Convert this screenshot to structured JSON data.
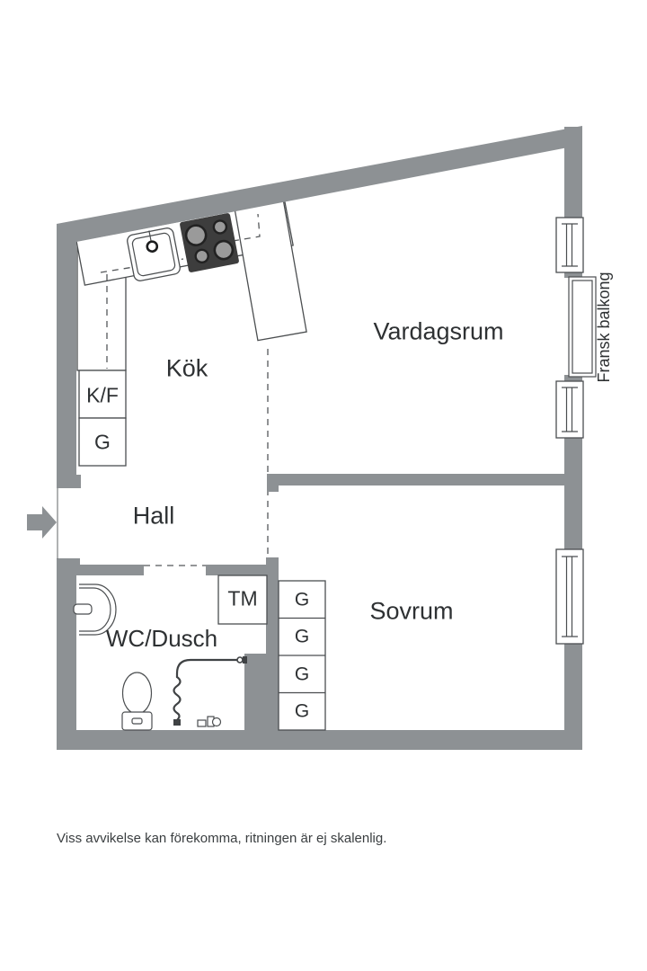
{
  "rooms": {
    "living": "Vardagsrum",
    "kitchen": "Kök",
    "hall": "Hall",
    "bathroom": "WC/Dusch",
    "bedroom": "Sovrum"
  },
  "closets": {
    "fridge_freezer": "K/F",
    "cabinet": "G",
    "washing_machine": "TM",
    "wardrobes": [
      "G",
      "G",
      "G",
      "G"
    ]
  },
  "balcony_label": "Fransk balkong",
  "disclaimer": "Viss avvikelse kan förekomma, ritningen är ej skalenlig.",
  "colors": {
    "wall": "#8d9194",
    "outline": "#4b4e50",
    "stove": "#3d3d3d",
    "burner": "#9a9a9a",
    "text": "#2e3133",
    "background": "#ffffff"
  },
  "icons": {
    "entry": "entry-arrow-icon",
    "sink": "kitchen-sink-icon",
    "stove": "stove-icon",
    "toilet": "toilet-icon",
    "basin": "washbasin-icon",
    "shower": "shower-hose-icon",
    "window": "window-icon"
  }
}
